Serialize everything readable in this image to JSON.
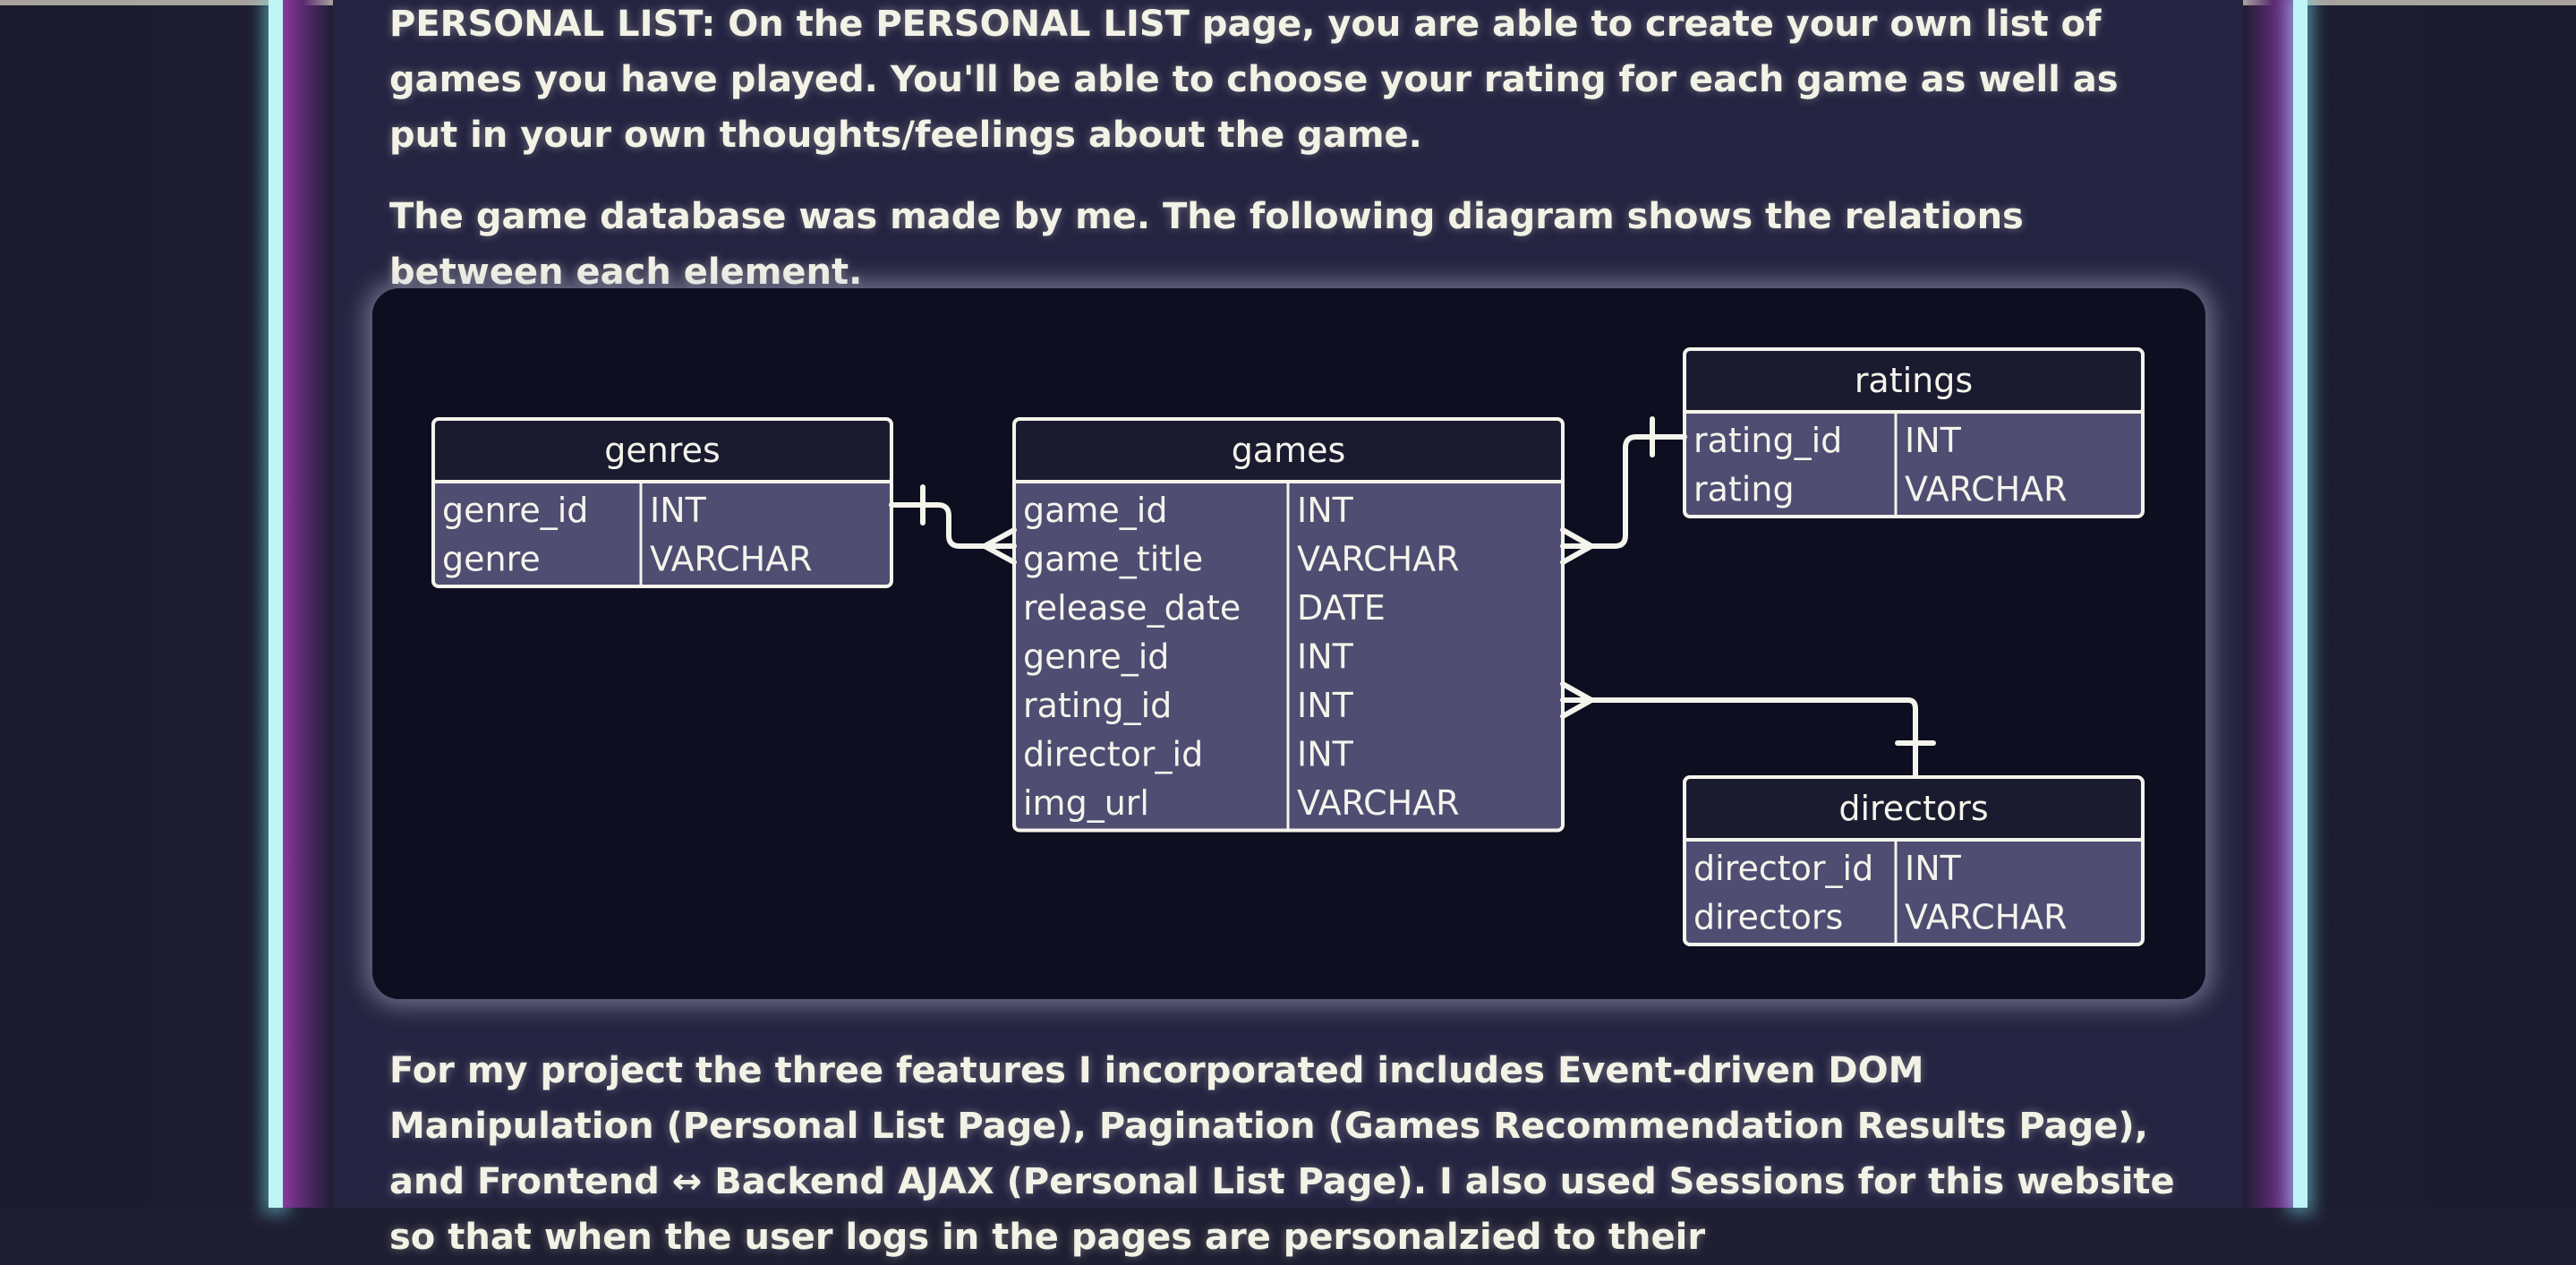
{
  "content": {
    "paragraph_personal_list": "PERSONAL LIST: On the PERSONAL LIST page, you are able to create your own list of games you have played. You'll be able to choose your rating for each game as well as put in your own thoughts/feelings about the game.",
    "paragraph_database": "The game database was made by me. The following diagram shows the relations between each element.",
    "paragraph_features": "For my project the three features I incorporated includes Event-driven DOM Manipulation (Personal List Page), Pagination (Games Recommendation Results Page), and Frontend ↔ Backend AJAX (Personal List Page). I also used Sessions for this website so that when the user logs in the pages are personalzied to their"
  },
  "diagram": {
    "tables": {
      "genres": {
        "title": "genres",
        "rows": [
          {
            "name": "genre_id",
            "type": "INT"
          },
          {
            "name": "genre",
            "type": "VARCHAR"
          }
        ]
      },
      "games": {
        "title": "games",
        "rows": [
          {
            "name": "game_id",
            "type": "INT"
          },
          {
            "name": "game_title",
            "type": "VARCHAR"
          },
          {
            "name": "release_date",
            "type": "DATE"
          },
          {
            "name": "genre_id",
            "type": "INT"
          },
          {
            "name": "rating_id",
            "type": "INT"
          },
          {
            "name": "director_id",
            "type": "INT"
          },
          {
            "name": "img_url",
            "type": "VARCHAR"
          }
        ]
      },
      "ratings": {
        "title": "ratings",
        "rows": [
          {
            "name": "rating_id",
            "type": "INT"
          },
          {
            "name": "rating",
            "type": "VARCHAR"
          }
        ]
      },
      "directors": {
        "title": "directors",
        "rows": [
          {
            "name": "director_id",
            "type": "INT"
          },
          {
            "name": "directors",
            "type": "VARCHAR"
          }
        ]
      }
    },
    "colors": {
      "header": "#1b1b30",
      "body": "#4f4d72",
      "line": "#f4f4ec",
      "background": "#0d0e20"
    }
  }
}
